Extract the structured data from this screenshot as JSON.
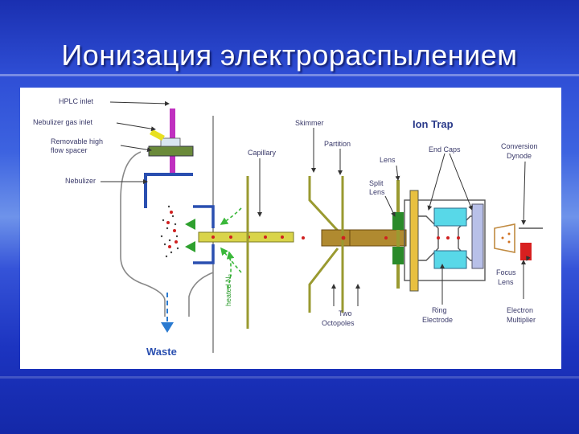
{
  "slide": {
    "title": "Ионизация электрораспылением"
  },
  "diagram": {
    "labels": {
      "hplc_inlet": "HPLC inlet",
      "nebulizer_gas_inlet": "Nebulizer gas inlet",
      "removable_spacer_1": "Removable high",
      "removable_spacer_2": "flow spacer",
      "nebulizer": "Nebulizer",
      "capillary": "Capillary",
      "skimmer": "Skimmer",
      "partition": "Partition",
      "lens": "Lens",
      "ion_trap": "Ion Trap",
      "end_caps": "End Caps",
      "conversion_1": "Conversion",
      "conversion_2": "Dynode",
      "split_1": "Split",
      "split_2": "Lens",
      "two_1": "Two",
      "two_2": "Octopoles",
      "ring_1": "Ring",
      "ring_2": "Electrode",
      "focus_1": "Focus",
      "focus_2": "Lens",
      "electron_1": "Electron",
      "electron_2": "Multiplier",
      "heated_n2": "heated N₂",
      "waste": "Waste"
    }
  }
}
